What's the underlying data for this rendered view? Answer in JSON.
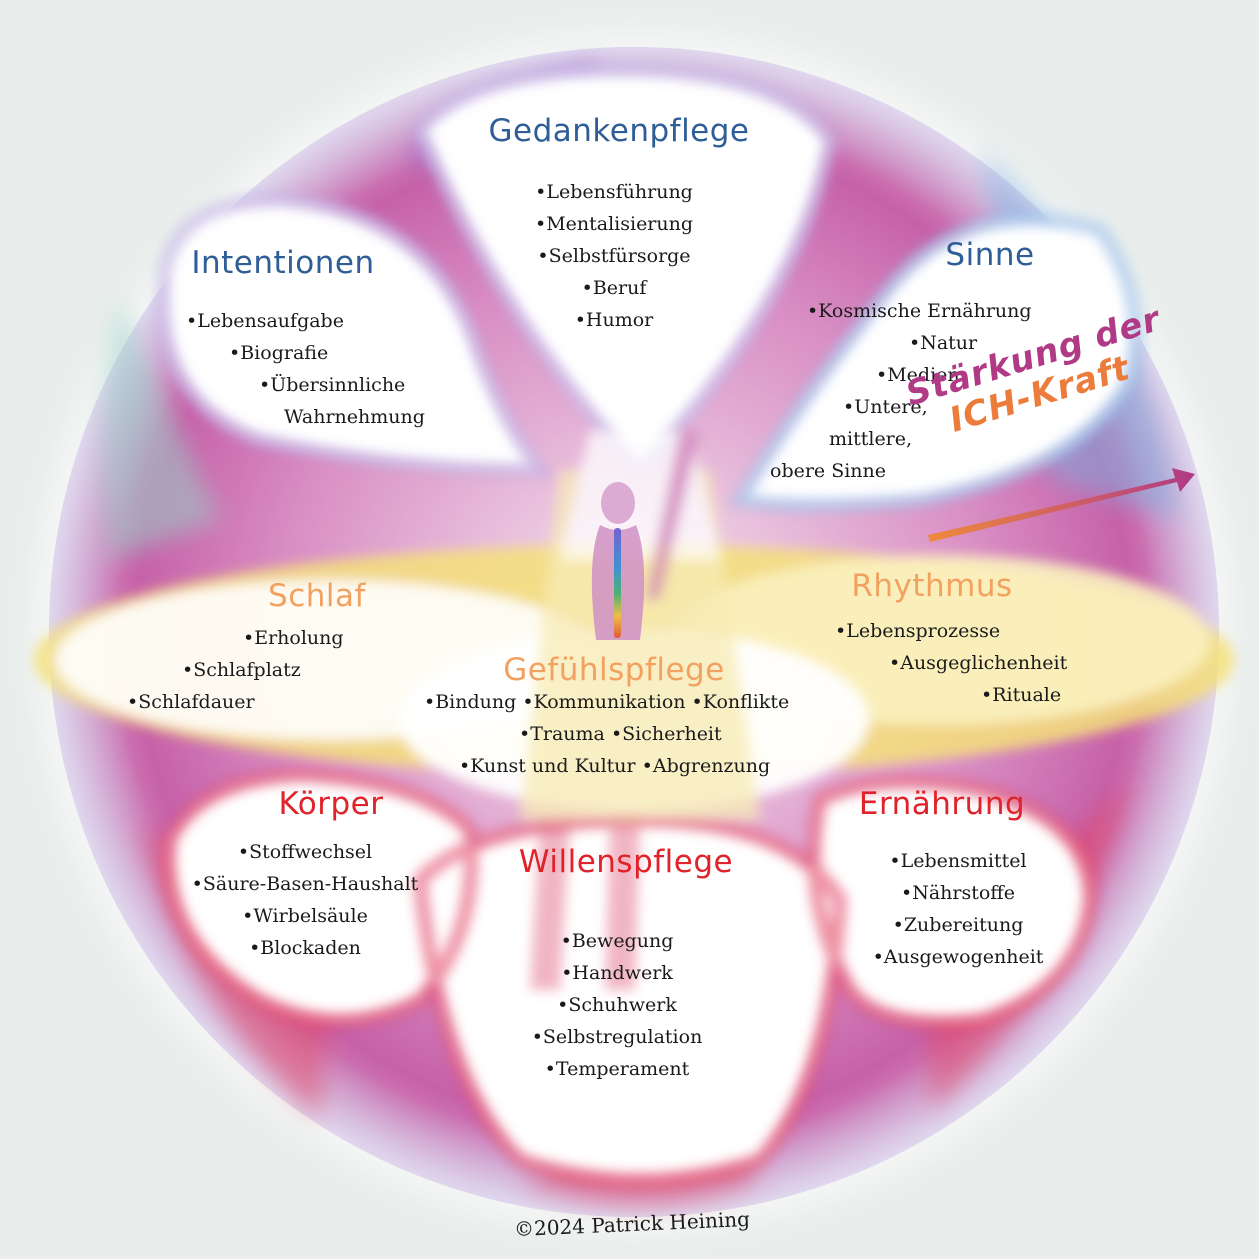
{
  "sections": {
    "gedankenpflege": {
      "title": "Gedankenpflege",
      "items": [
        "Lebensführung",
        "Mentalisierung",
        "Selbstfürsorge",
        "Beruf",
        "Humor"
      ]
    },
    "intentionen": {
      "title": "Intentionen",
      "items": [
        "Lebensaufgabe",
        "Biografie",
        "Übersinnliche",
        "Wahrnehmung"
      ]
    },
    "sinne": {
      "title": "Sinne",
      "items": [
        "Kosmische Ernährung",
        "Natur",
        "Medien",
        "Untere,",
        "mittlere,",
        "obere Sinne"
      ]
    },
    "schlaf": {
      "title": "Schlaf",
      "items": [
        "Erholung",
        "Schlafplatz",
        "Schlafdauer"
      ]
    },
    "rhythmus": {
      "title": "Rhythmus",
      "items": [
        "Lebensprozesse",
        "Ausgeglichenheit",
        "Rituale"
      ]
    },
    "gefuehlspflege": {
      "title": "Gefühlspflege",
      "rows": [
        [
          "Bindung",
          "Kommunikation",
          "Konflikte"
        ],
        [
          "Trauma",
          "Sicherheit"
        ],
        [
          "Kunst und Kultur",
          "Abgrenzung"
        ]
      ]
    },
    "koerper": {
      "title": "Körper",
      "items": [
        "Stoffwechsel",
        "Säure-Basen-Haushalt",
        "Wirbelsäule",
        "Blockaden"
      ]
    },
    "ernaehrung": {
      "title": "Ernährung",
      "items": [
        "Lebensmittel",
        "Nährstoffe",
        "Zubereitung",
        "Ausgewogenheit"
      ]
    },
    "willenspflege": {
      "title": "Willenspflege",
      "items": [
        "Bewegung",
        "Handwerk",
        "Schuhwerk",
        "Selbstregulation",
        "Temperament"
      ]
    }
  },
  "slogan": {
    "line1": "Stärkung der",
    "line2": "ICH-Kraft"
  },
  "copyright": "©2024 Patrick Heining",
  "colors": {
    "title_blue": "#2f5e97",
    "title_orange": "#f2a160",
    "title_red": "#e0232a",
    "slogan_magenta": "#b03a86",
    "slogan_orange": "#eb7c3b",
    "disc_magenta": "#c65aa6",
    "band_yellow": "#f4e07a"
  }
}
